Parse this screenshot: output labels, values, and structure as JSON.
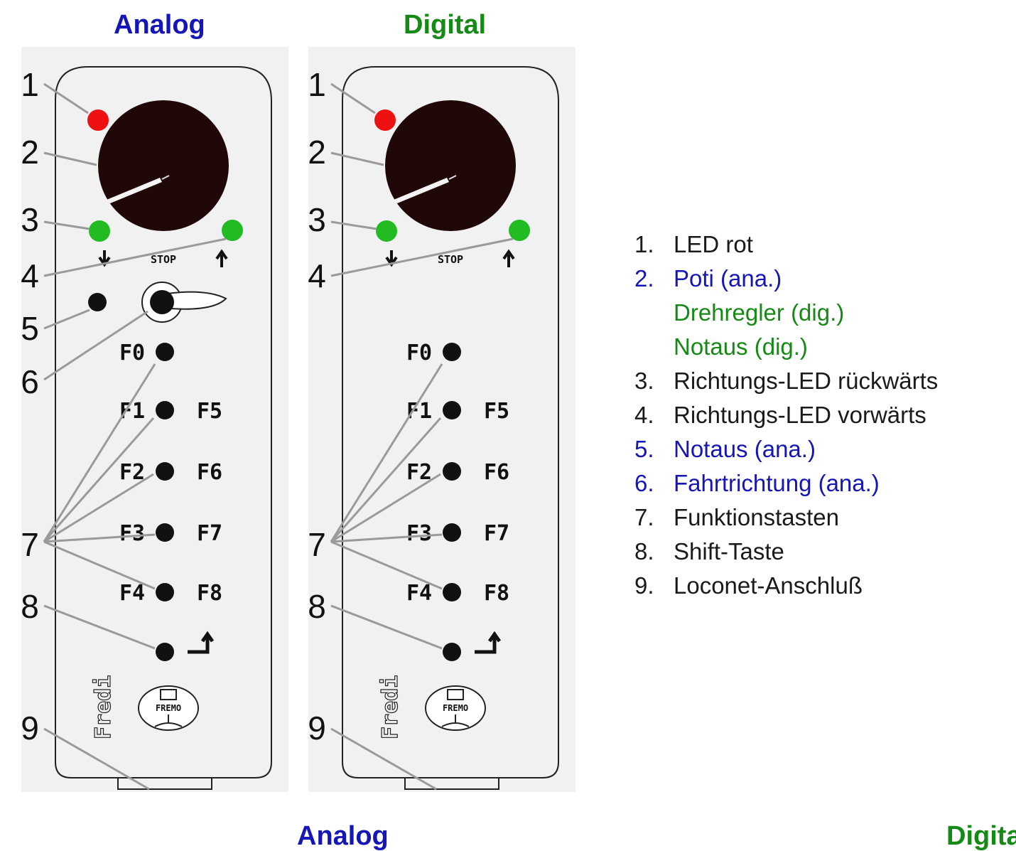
{
  "headers": {
    "top_left": "Analog",
    "top_right": "Digital",
    "bottom_left": "Analog",
    "bottom_right": "Digita"
  },
  "device": {
    "callout_numbers": [
      "1",
      "2",
      "3",
      "4",
      "5",
      "6",
      "7",
      "8",
      "9"
    ],
    "stop_label": "STOP",
    "function_keys_left": [
      "F0",
      "F1",
      "F2",
      "F3",
      "F4"
    ],
    "function_keys_right": [
      "F5",
      "F6",
      "F7",
      "F8"
    ],
    "brand_vertical": "Fredi",
    "logo_text": "FREMO"
  },
  "legend": [
    {
      "num": "1.",
      "text": "LED rot",
      "color": "#1a1a1a"
    },
    {
      "num": "2.",
      "text": "Poti (ana.)",
      "color": "#1515b8",
      "sub": [
        {
          "text": "Drehregler (dig.)",
          "color": "#158a15"
        },
        {
          "text": "Notaus (dig.)",
          "color": "#158a15"
        }
      ]
    },
    {
      "num": "3.",
      "text": "Richtungs-LED rückwärts",
      "color": "#1a1a1a"
    },
    {
      "num": "4.",
      "text": "Richtungs-LED vorwärts",
      "color": "#1a1a1a"
    },
    {
      "num": "5.",
      "text": "Notaus (ana.)",
      "color": "#1515b8"
    },
    {
      "num": "6.",
      "text": "Fahrtrichtung (ana.)",
      "color": "#1515b8"
    },
    {
      "num": "7.",
      "text": "Funktionstasten",
      "color": "#1a1a1a"
    },
    {
      "num": "8.",
      "text": "Shift-Taste",
      "color": "#1a1a1a"
    },
    {
      "num": "9.",
      "text": "Loconet-Anschluß",
      "color": "#1a1a1a"
    }
  ],
  "colors": {
    "analog": "#1515b8",
    "digital": "#158a15",
    "led_red": "#ee1111",
    "led_green": "#22bb22",
    "knob": "#200808",
    "panel_bg": "#f1f1f1"
  }
}
